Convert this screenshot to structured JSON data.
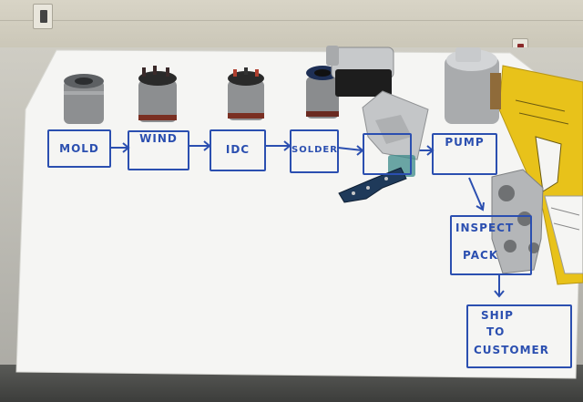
{
  "flow": {
    "steps": [
      {
        "label": "MOLD"
      },
      {
        "label": "WIND"
      },
      {
        "label": "IDC"
      },
      {
        "label": "SOLDER"
      },
      {
        "label": "PUMP"
      },
      {
        "label": "INSPECT"
      },
      {
        "label": "PACK"
      },
      {
        "label": "SHIP"
      },
      {
        "label": "TO"
      },
      {
        "label": "CUSTOMER"
      }
    ]
  },
  "colors": {
    "ink": "#2b4fb0",
    "paper": "#f4f4f2",
    "ruler": "#e8c21a",
    "metal": "#9a9c9e"
  }
}
